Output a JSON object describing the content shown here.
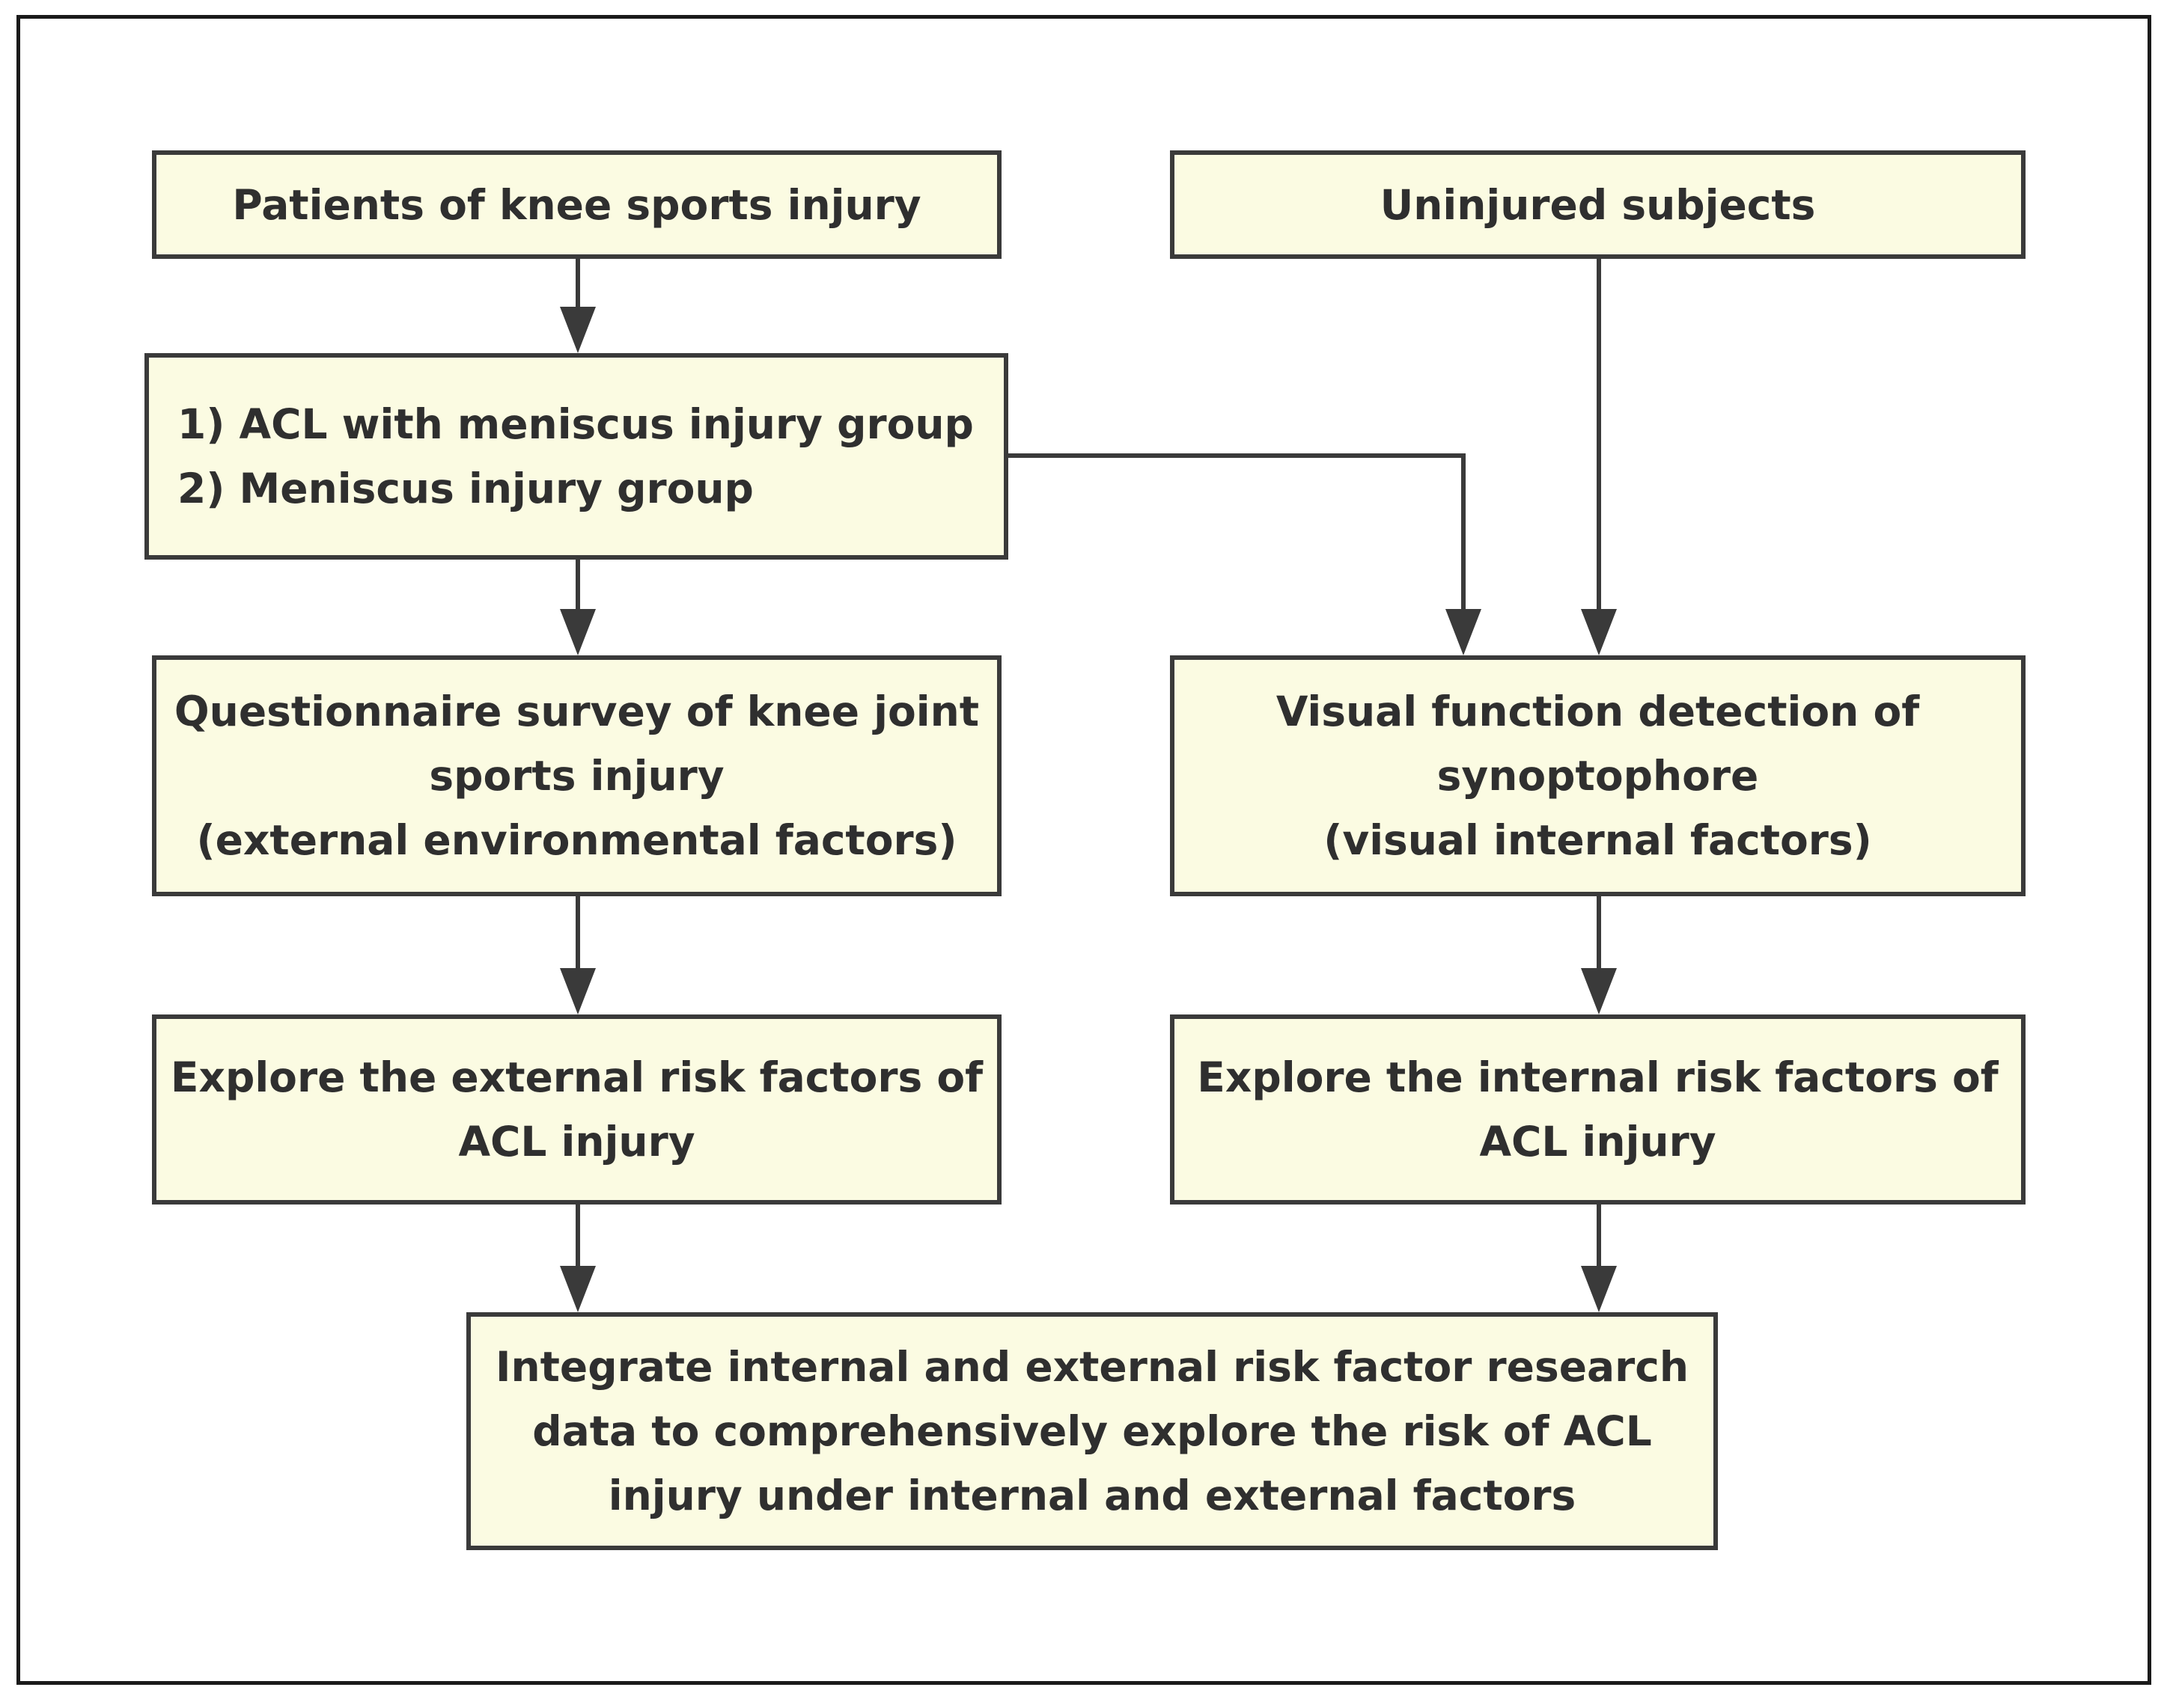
{
  "diagram": {
    "nodes": {
      "patients": {
        "lines": [
          "Patients of knee sports injury"
        ]
      },
      "uninjured": {
        "lines": [
          "Uninjured subjects"
        ]
      },
      "groups": {
        "lines": [
          "1) ACL with meniscus injury group",
          "2) Meniscus injury group"
        ]
      },
      "questionnaire": {
        "lines": [
          "Questionnaire survey of knee joint",
          "sports injury",
          "(external environmental factors)"
        ]
      },
      "visual": {
        "lines": [
          "Visual function detection of",
          "synoptophore",
          "(visual internal factors)"
        ]
      },
      "external": {
        "lines": [
          "Explore the external risk factors of",
          "ACL injury"
        ]
      },
      "internal": {
        "lines": [
          "Explore the internal risk factors of",
          "ACL injury"
        ]
      },
      "integrate": {
        "lines": [
          "Integrate internal and external risk factor research",
          "data to comprehensively explore the risk of ACL",
          "injury under internal and external factors"
        ]
      }
    },
    "edges": [
      {
        "from": "patients",
        "to": "groups"
      },
      {
        "from": "groups",
        "to": "questionnaire"
      },
      {
        "from": "groups",
        "to": "visual"
      },
      {
        "from": "uninjured",
        "to": "visual"
      },
      {
        "from": "questionnaire",
        "to": "external"
      },
      {
        "from": "visual",
        "to": "internal"
      },
      {
        "from": "external",
        "to": "integrate"
      },
      {
        "from": "internal",
        "to": "integrate"
      }
    ]
  }
}
